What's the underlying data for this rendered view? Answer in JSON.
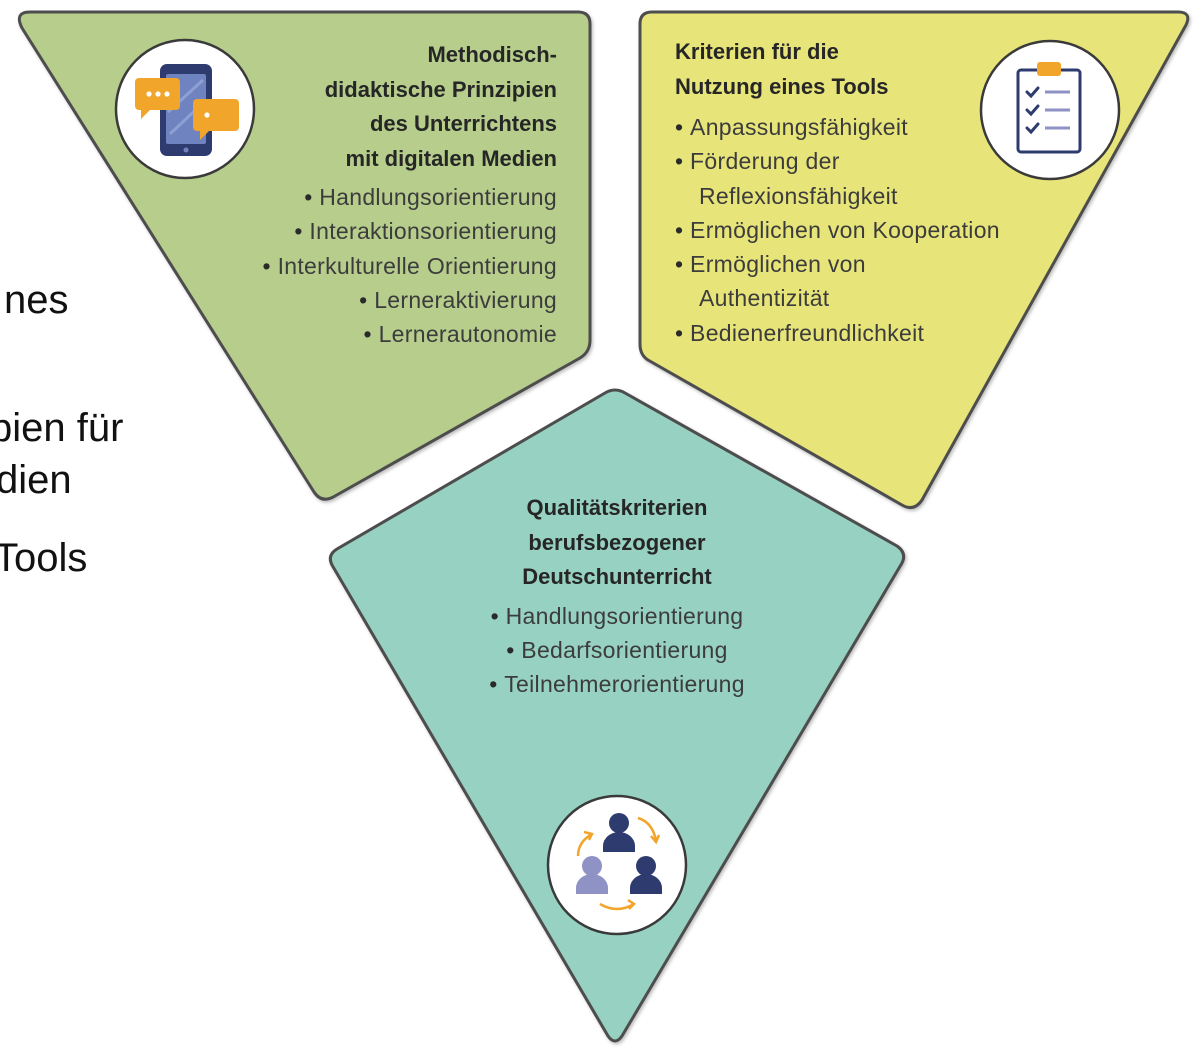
{
  "background_text": [
    "nes",
    "pien für",
    "dien",
    "Tools"
  ],
  "colors": {
    "outline": "#4d4d4d",
    "navy": "#2e3b6e",
    "orange": "#f2a52b",
    "lavender": "#8e92c4",
    "screen": "#6e83bf"
  },
  "panels": [
    {
      "id": "methodisch",
      "color": "#b6cd8c",
      "icon": "phone-chat-icon",
      "heading": [
        "Methodisch-",
        "didaktische Prinzipien",
        "des Unterrichtens",
        "mit digitalen Medien"
      ],
      "items": [
        {
          "lines": [
            "Handlungsorientierung"
          ]
        },
        {
          "lines": [
            "Interaktionsorientierung"
          ]
        },
        {
          "lines": [
            "Interkulturelle Orientierung"
          ]
        },
        {
          "lines": [
            "Lerneraktivierung"
          ]
        },
        {
          "lines": [
            "Lernerautonomie"
          ]
        }
      ]
    },
    {
      "id": "kriterien",
      "color": "#e7e47a",
      "icon": "clipboard-checklist-icon",
      "heading": [
        "Kriterien für die",
        "Nutzung eines Tools"
      ],
      "items": [
        {
          "lines": [
            "Anpassungsfähigkeit"
          ]
        },
        {
          "lines": [
            "Förderung der",
            "Reflexionsfähigkeit"
          ]
        },
        {
          "lines": [
            "Ermöglichen von Kooperation"
          ]
        },
        {
          "lines": [
            "Ermöglichen von",
            "Authentizität"
          ]
        },
        {
          "lines": [
            "Bedienerfreundlichkeit"
          ]
        }
      ]
    },
    {
      "id": "qualitaet",
      "color": "#96d1c1",
      "icon": "people-group-icon",
      "heading": [
        "Qualitätskriterien",
        "berufsbezogener",
        "Deutschunterricht"
      ],
      "items": [
        {
          "lines": [
            "Handlungsorientierung"
          ]
        },
        {
          "lines": [
            "Bedarfsorientierung"
          ]
        },
        {
          "lines": [
            "Teilnehmerorientierung"
          ]
        }
      ]
    }
  ]
}
